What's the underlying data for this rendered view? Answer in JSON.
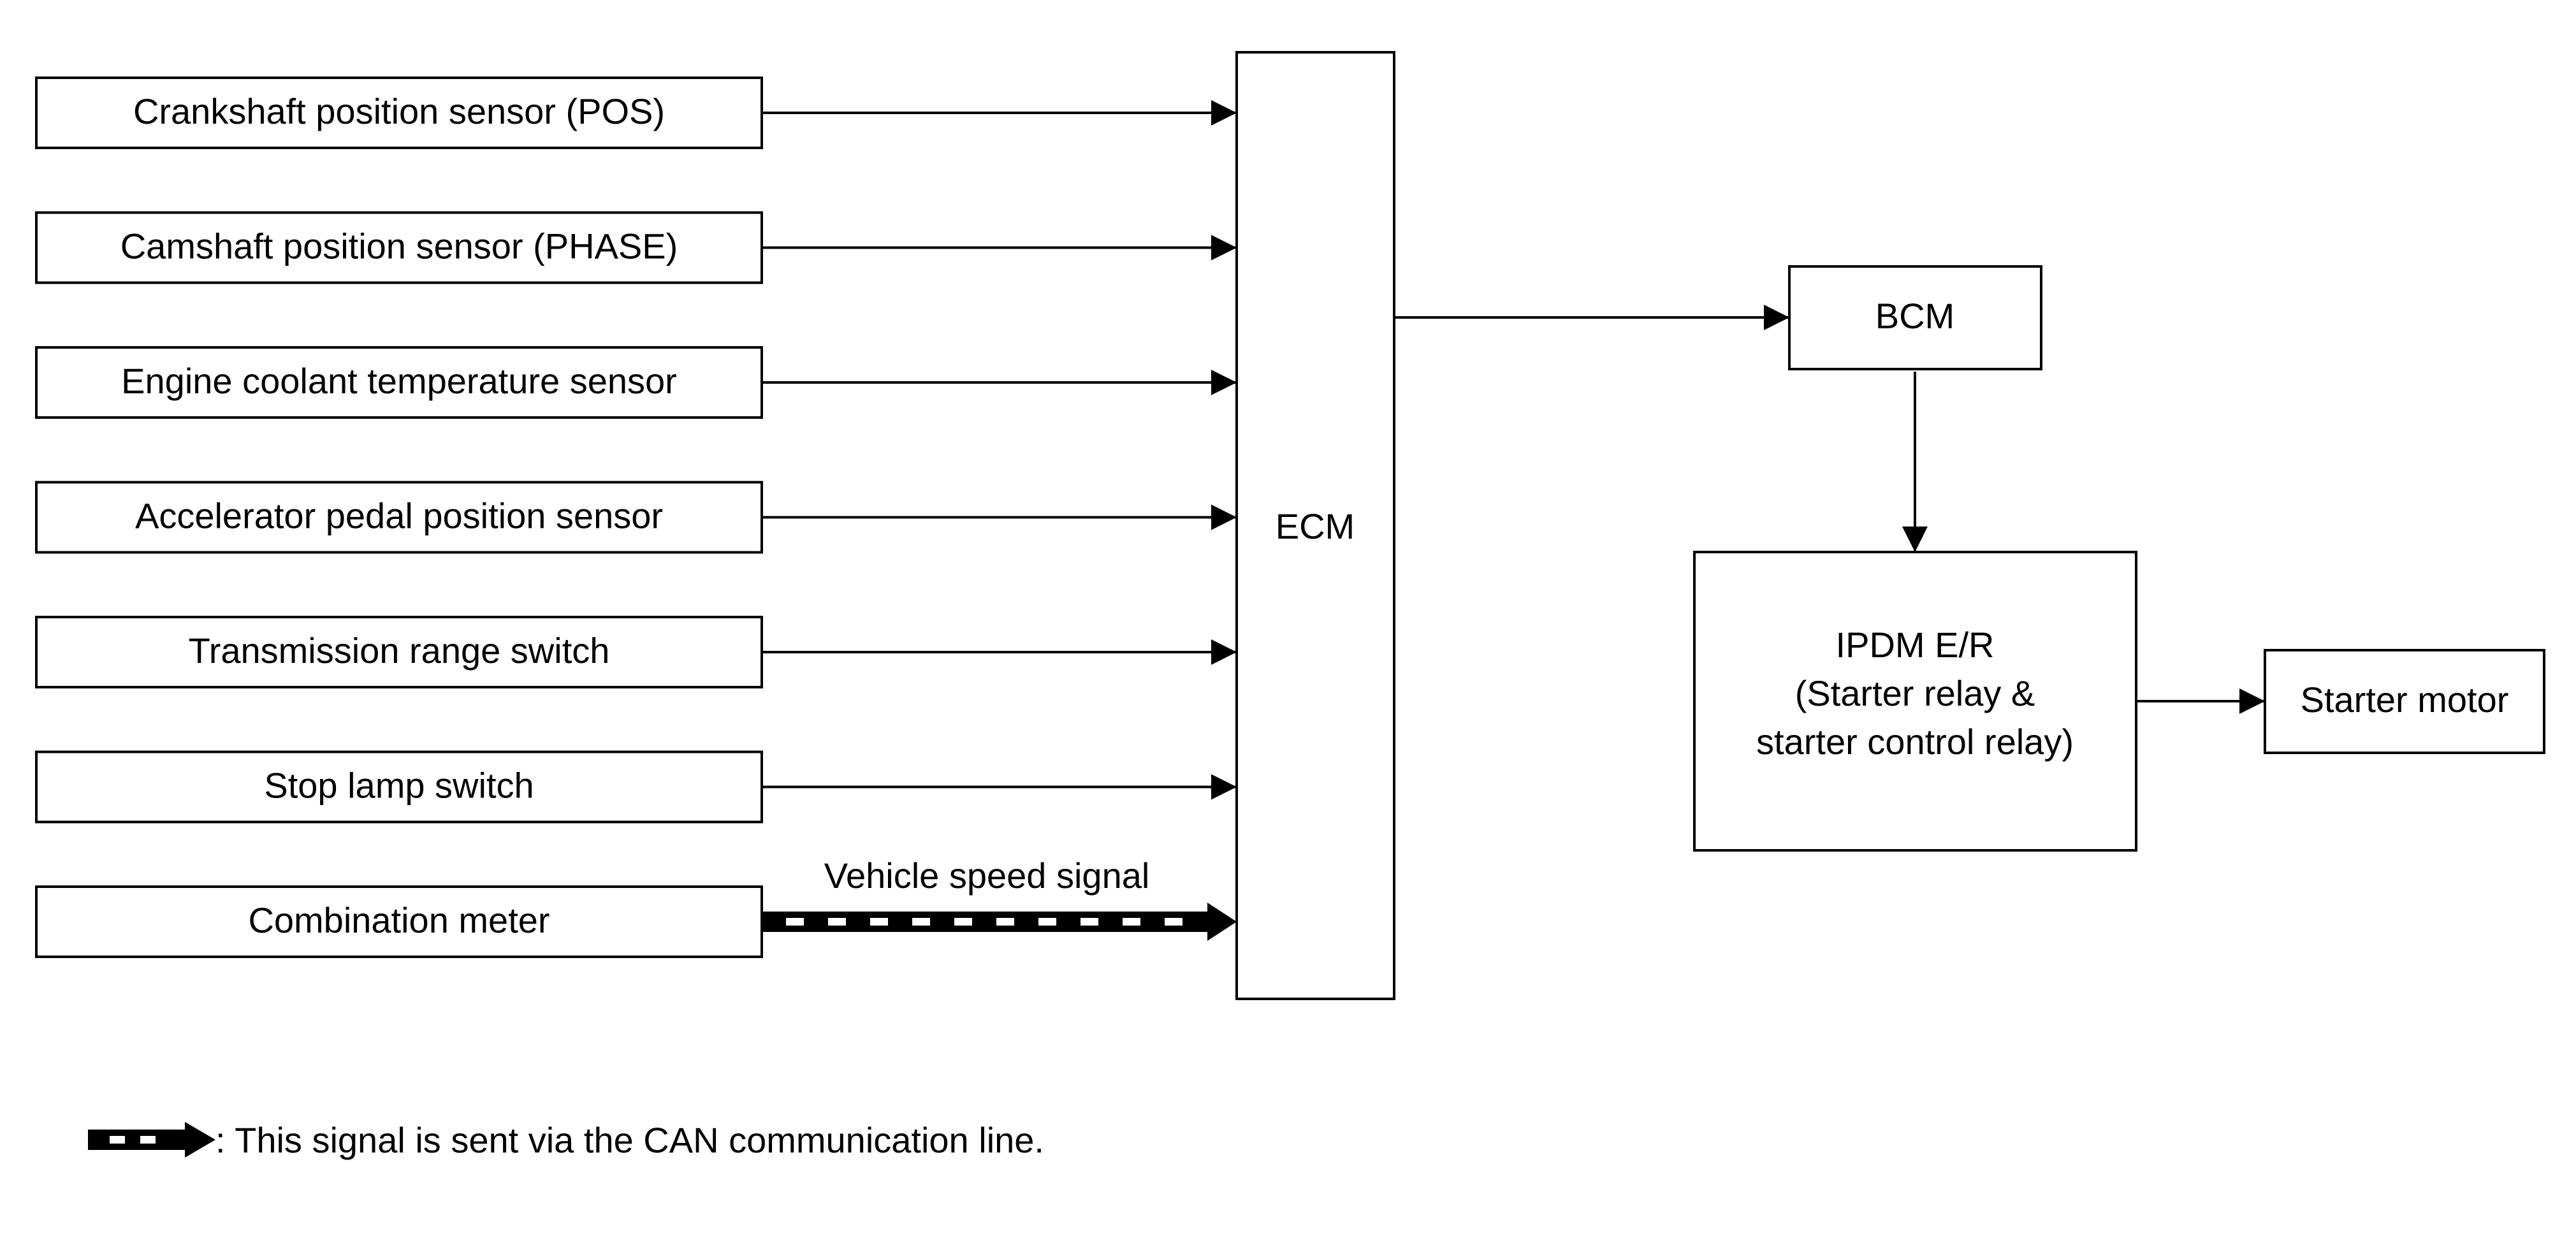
{
  "inputs": [
    {
      "label": "Crankshaft position sensor (POS)",
      "can": false
    },
    {
      "label": "Camshaft position sensor (PHASE)",
      "can": false
    },
    {
      "label": "Engine coolant temperature sensor",
      "can": false
    },
    {
      "label": "Accelerator pedal position sensor",
      "can": false
    },
    {
      "label": "Transmission range switch",
      "can": false
    },
    {
      "label": "Stop lamp switch",
      "can": false
    },
    {
      "label": "Combination meter",
      "can": true
    }
  ],
  "can_signal_label": "Vehicle speed signal",
  "ecm": {
    "label": "ECM"
  },
  "bcm": {
    "label": "BCM"
  },
  "ipdm": {
    "lines": [
      "IPDM E/R",
      "(Starter relay &",
      "starter control relay)"
    ]
  },
  "starter": {
    "label": "Starter motor"
  },
  "legend": {
    "text": ": This signal is sent via the CAN communication line."
  },
  "colors": {
    "line": "#000000",
    "background": "#ffffff"
  }
}
